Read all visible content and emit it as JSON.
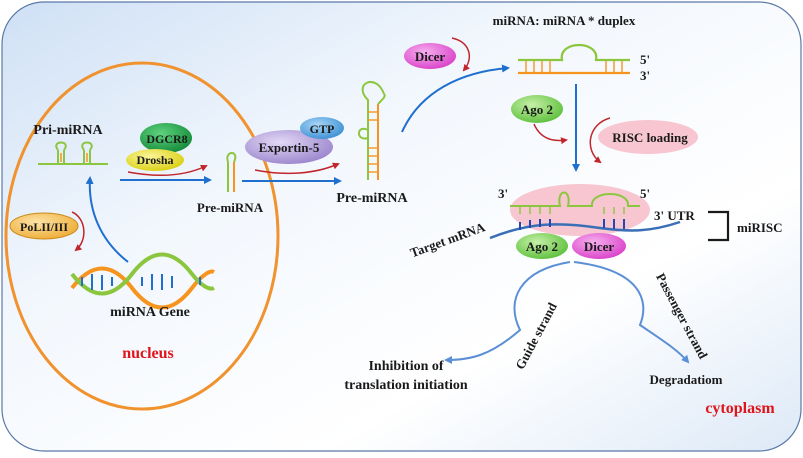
{
  "labels": {
    "nucleus": "nucleus",
    "cytoplasm": "cytoplasm",
    "pri_mirna": "Pri-miRNA",
    "dgcr8": "DGCR8",
    "drosha": "Drosha",
    "polii": "PoLII/III",
    "mirna_gene": "miRNA Gene",
    "pre_mirna_nuc": "Pre-miRNA",
    "gtp": "GTP",
    "exportin": "Exportin-5",
    "pre_mirna_cyto": "Pre-miRNA",
    "dicer_top": "Dicer",
    "duplex": "miRNA: miRNA * duplex",
    "five_prime_top": "5'",
    "three_prime_top": "3'",
    "ago2_top": "Ago 2",
    "risc_loading": "RISC  loading",
    "three_prime_risc": "3'",
    "five_prime_risc": "5'",
    "three_utr": "3' UTR",
    "mirisc": "miRISC",
    "target_mrna": "Target mRNA",
    "ago2_bottom": "Ago 2",
    "dicer_bottom": "Dicer",
    "guide_strand": "Guide strand",
    "passenger_strand": "Passenger strand",
    "inhibition_line1": "Inhibition of",
    "inhibition_line2": "translation initiation",
    "degradation": "Degradatiom"
  },
  "colors": {
    "nucleus_border": "#f0922e",
    "arrow_blue": "#1f6fce",
    "arrow_red": "#c0262b",
    "rna_green": "#8cc63f",
    "rna_orange": "#f7941d",
    "dicer_fill": "#e85ed8",
    "ago_fill": "#7fd35c",
    "dgcr8_fill": "#1fa14a",
    "drosha_fill": "#e8df1c",
    "polii_fill": "#f6c25a",
    "exportin_fill": "#b39ddb",
    "gtp_fill": "#5aa9e6",
    "risc_fill": "#f7c6d0",
    "red_label": "#e0141b"
  }
}
